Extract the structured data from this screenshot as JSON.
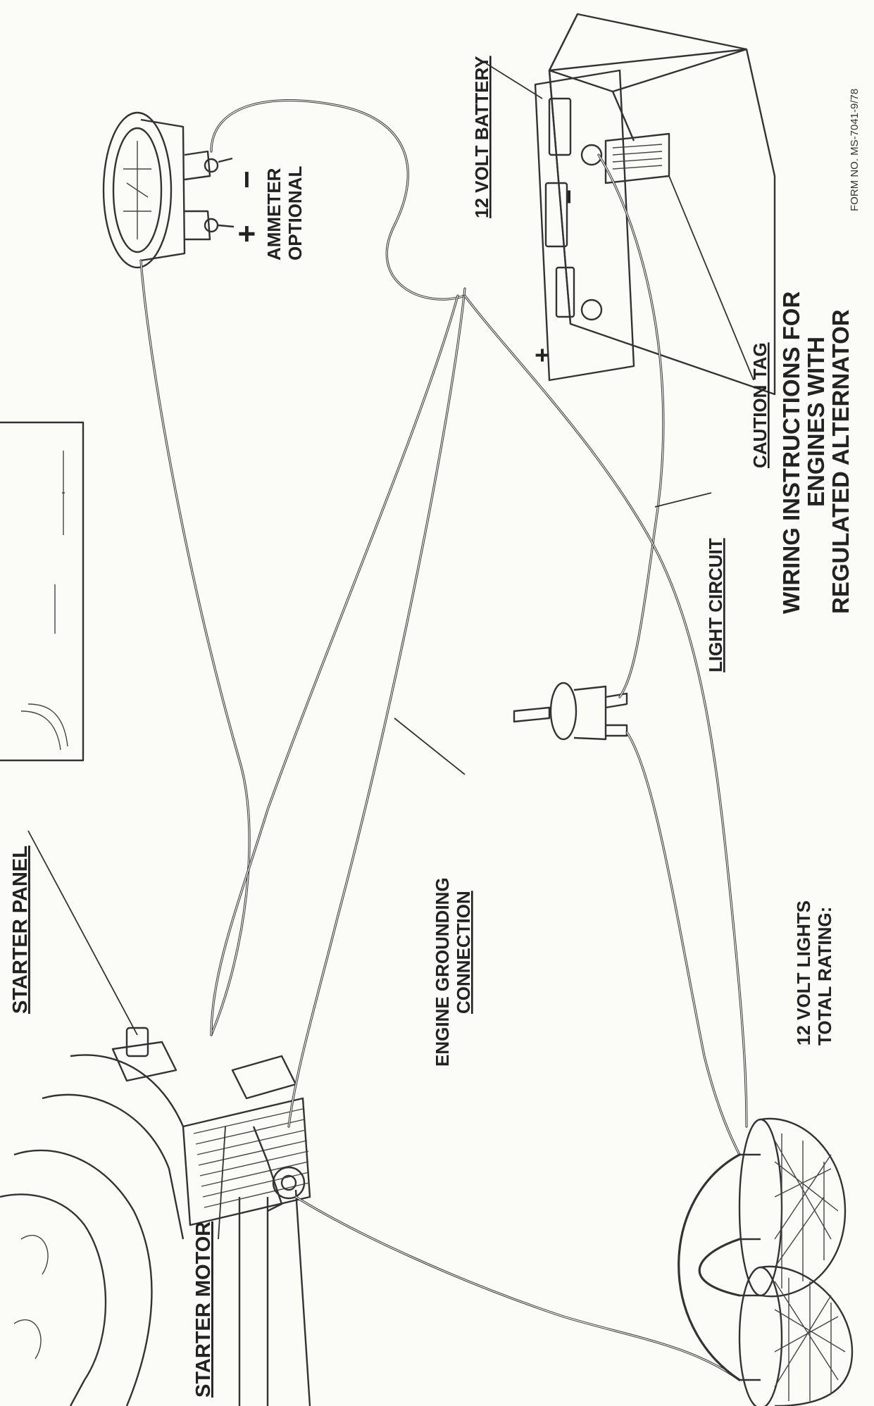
{
  "labels": {
    "starter_panel": "STARTER PANEL",
    "starter_motor": "STARTER MOTOR",
    "engine_grounding_1": "ENGINE GROUNDING",
    "engine_grounding_2": "CONNECTION",
    "ammeter_1": "AMMETER",
    "ammeter_2": "OPTIONAL",
    "ammeter_plus": "+",
    "ammeter_minus": "−",
    "battery": "12 VOLT BATTERY",
    "caution_tag": "CAUTION TAG",
    "light_circuit": "LIGHT CIRCUIT",
    "lights_1": "12 VOLT LIGHTS",
    "lights_2": "TOTAL RATING:",
    "battery_plus": "+",
    "battery_minus": "−"
  },
  "title": {
    "line1": "WIRING INSTRUCTIONS FOR",
    "line2": "ENGINES WITH",
    "line3": "REGULATED ALTERNATOR"
  },
  "form_number": "FORM NO. MS-7041-9/78",
  "colors": {
    "ink": "#333333",
    "paper": "#fbfbf8"
  }
}
